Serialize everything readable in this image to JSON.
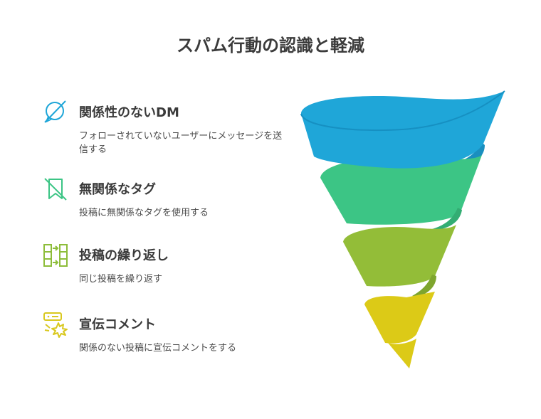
{
  "title": "スパム行動の認識と軽減",
  "items": [
    {
      "heading": "関係性のないDM",
      "desc": "フォローされていないユーザーにメッセージを送信する",
      "icon": "no-message-icon",
      "color": "#1fa6d8"
    },
    {
      "heading": "無関係なタグ",
      "desc": "投稿に無関係なタグを使用する",
      "icon": "no-tag-icon",
      "color": "#3cc585"
    },
    {
      "heading": "投稿の繰り返し",
      "desc": "同じ投稿を繰り返す",
      "icon": "repeat-grid-icon",
      "color": "#8dbd3a"
    },
    {
      "heading": "宣伝コメント",
      "desc": "関係のない投稿に宣伝コメントをする",
      "icon": "promo-burst-icon",
      "color": "#d9c81f"
    }
  ],
  "colors": {
    "blue": "#1fa6d8",
    "green": "#3cc585",
    "olive": "#8dbd3a",
    "yellow": "#dcca17"
  }
}
